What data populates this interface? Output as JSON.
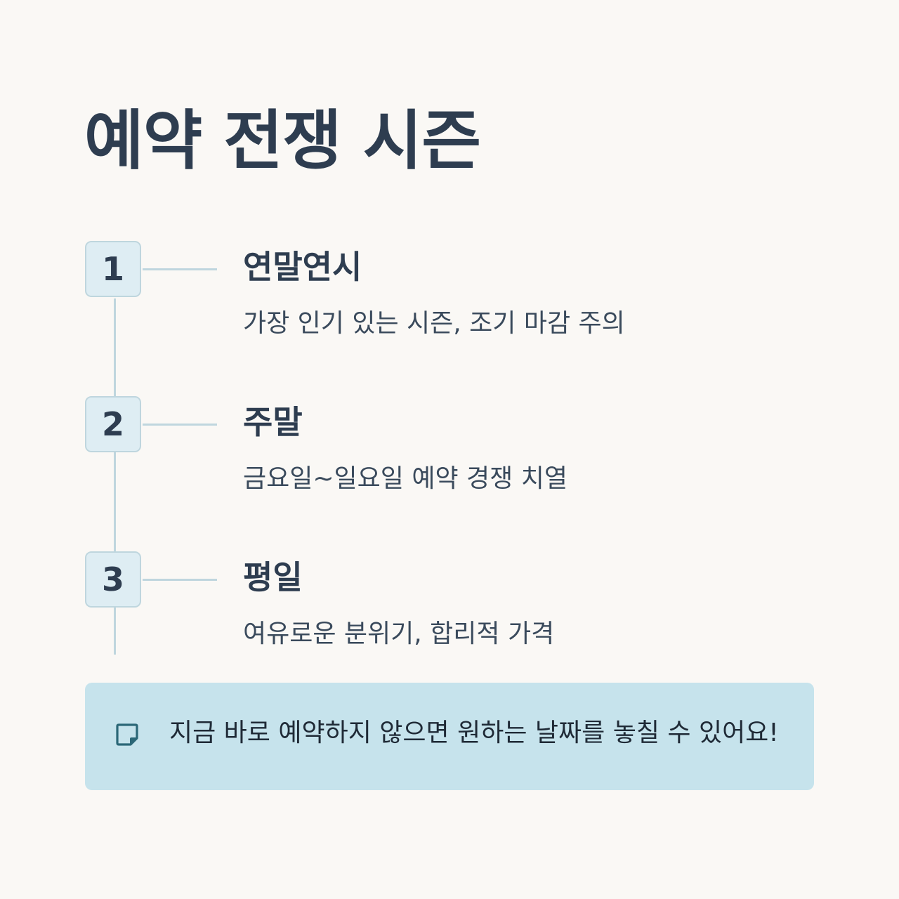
{
  "title": "예약 전쟁 시즌",
  "steps": [
    {
      "number": "1",
      "title": "연말연시",
      "description": "가장 인기 있는 시즌, 조기 마감 주의"
    },
    {
      "number": "2",
      "title": "주말",
      "description": "금요일~일요일 예약 경쟁 치열"
    },
    {
      "number": "3",
      "title": "평일",
      "description": "여유로운 분위기, 합리적 가격"
    }
  ],
  "notice": {
    "icon": "sticky-note-icon",
    "text": "지금 바로 예약하지 않으면 원하는 날짜를 놓칠 수 있어요!"
  },
  "colors": {
    "background": "#faf8f5",
    "title": "#2e3d50",
    "accent_light": "#deedf3",
    "line": "#bfd6de",
    "notice_bg": "#c6e3ec",
    "icon": "#2b6777"
  }
}
